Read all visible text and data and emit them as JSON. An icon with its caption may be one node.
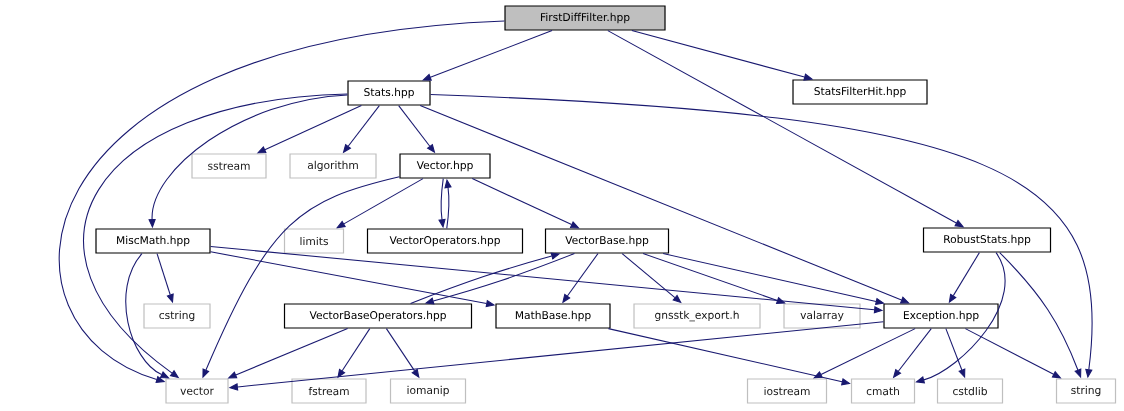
{
  "diagram": {
    "nodes": [
      {
        "text": [
          "FirstDiffFilter.hpp"
        ]
      },
      {
        "text": [
          "Stats.hpp"
        ]
      },
      {
        "text": [
          "StatsFilterHit.hpp"
        ]
      },
      {
        "text": [
          "sstream"
        ]
      },
      {
        "text": [
          "algorithm"
        ]
      },
      {
        "text": [
          "Vector.hpp"
        ]
      },
      {
        "text": [
          "MiscMath.hpp"
        ]
      },
      {
        "text": [
          "limits"
        ]
      },
      {
        "text": [
          "VectorOperators.hpp"
        ]
      },
      {
        "text": [
          "VectorBase.hpp"
        ]
      },
      {
        "text": [
          "RobustStats.hpp"
        ]
      },
      {
        "text": [
          "cstring"
        ]
      },
      {
        "text": [
          "VectorBaseOperators.hpp"
        ]
      },
      {
        "text": [
          "MathBase.hpp"
        ]
      },
      {
        "text": [
          "gnsstk_export.h"
        ]
      },
      {
        "text": [
          "valarray"
        ]
      },
      {
        "text": [
          "Exception.hpp"
        ]
      },
      {
        "text": [
          "vector"
        ]
      },
      {
        "text": [
          "fstream"
        ]
      },
      {
        "text": [
          "iomanip"
        ]
      },
      {
        "text": [
          "iostream"
        ]
      },
      {
        "text": [
          "cmath"
        ]
      },
      {
        "text": [
          "cstdlib"
        ]
      },
      {
        "text": [
          "string"
        ]
      }
    ],
    "edges": [
      {
        "from": 0,
        "to": 1,
        "arrow": "to"
      },
      {
        "from": 0,
        "to": 17,
        "arrow": "to"
      },
      {
        "from": 0,
        "to": 2,
        "arrow": "to"
      },
      {
        "from": 0,
        "to": 10,
        "arrow": "to"
      },
      {
        "from": 1,
        "to": 6,
        "arrow": "to"
      },
      {
        "from": 1,
        "to": 17,
        "arrow": "to"
      },
      {
        "from": 1,
        "to": 3,
        "arrow": "to"
      },
      {
        "from": 1,
        "to": 4,
        "arrow": "to"
      },
      {
        "from": 1,
        "to": 5,
        "arrow": "to"
      },
      {
        "from": 1,
        "to": 16,
        "arrow": "to"
      },
      {
        "from": 1,
        "to": 23,
        "arrow": "to"
      },
      {
        "from": 5,
        "to": 17,
        "arrow": "to"
      },
      {
        "from": 5,
        "to": 7,
        "arrow": "to"
      },
      {
        "from": 5,
        "to": 8,
        "arrow": "to"
      },
      {
        "from": 8,
        "to": 5,
        "arrow": "to"
      },
      {
        "from": 5,
        "to": 9,
        "arrow": "to"
      },
      {
        "from": 6,
        "to": 11,
        "arrow": "to"
      },
      {
        "from": 6,
        "to": 17,
        "arrow": "to"
      },
      {
        "from": 6,
        "to": 13,
        "arrow": "to"
      },
      {
        "from": 6,
        "to": 16,
        "arrow": "to"
      },
      {
        "from": 9,
        "to": 12,
        "arrow": "to"
      },
      {
        "from": 12,
        "to": 9,
        "arrow": "to"
      },
      {
        "from": 9,
        "to": 13,
        "arrow": "to"
      },
      {
        "from": 9,
        "to": 14,
        "arrow": "to"
      },
      {
        "from": 9,
        "to": 15,
        "arrow": "to"
      },
      {
        "from": 9,
        "to": 16,
        "arrow": "to"
      },
      {
        "from": 10,
        "to": 16,
        "arrow": "to"
      },
      {
        "from": 10,
        "to": 21,
        "arrow": "to"
      },
      {
        "from": 10,
        "to": 23,
        "arrow": "to"
      },
      {
        "from": 12,
        "to": 17,
        "arrow": "to"
      },
      {
        "from": 12,
        "to": 18,
        "arrow": "to"
      },
      {
        "from": 12,
        "to": 19,
        "arrow": "to"
      },
      {
        "from": 13,
        "to": 21,
        "arrow": "to"
      },
      {
        "from": 16,
        "to": 17,
        "arrow": "to"
      },
      {
        "from": 16,
        "to": 20,
        "arrow": "to"
      },
      {
        "from": 16,
        "to": 21,
        "arrow": "to"
      },
      {
        "from": 16,
        "to": 22,
        "arrow": "to"
      },
      {
        "from": 16,
        "to": 23,
        "arrow": "to"
      }
    ]
  }
}
